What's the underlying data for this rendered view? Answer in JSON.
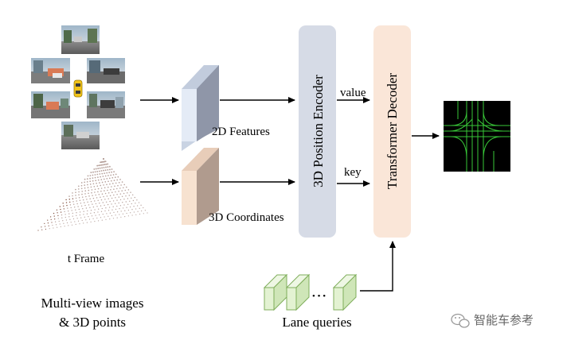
{
  "labels": {
    "features_2d": "2D Features",
    "coordinates_3d": "3D Coordinates",
    "t_frame": "t  Frame",
    "multiview_line1": "Multi-view images",
    "multiview_line2": "& 3D points",
    "lane_queries": "Lane queries",
    "ellipsis": "• • •",
    "value": "value",
    "key": "key"
  },
  "blocks": {
    "position_encoder": "3D Position Encoder",
    "transformer_decoder": "Transformer  Decoder"
  },
  "watermark": {
    "text": "智能车参考",
    "icon": "wechat-icon"
  },
  "colors": {
    "encoder_fill": "#d6dbe6",
    "decoder_fill": "#fae6d8",
    "feature_front": "#e4ebf6",
    "feature_side": "#8f96a8",
    "coord_front": "#f7e2d0",
    "coord_side": "#b09b8e",
    "query_fill": "#e3f2d2",
    "query_stroke": "#7fae5b",
    "lane_green": "#38c838"
  }
}
